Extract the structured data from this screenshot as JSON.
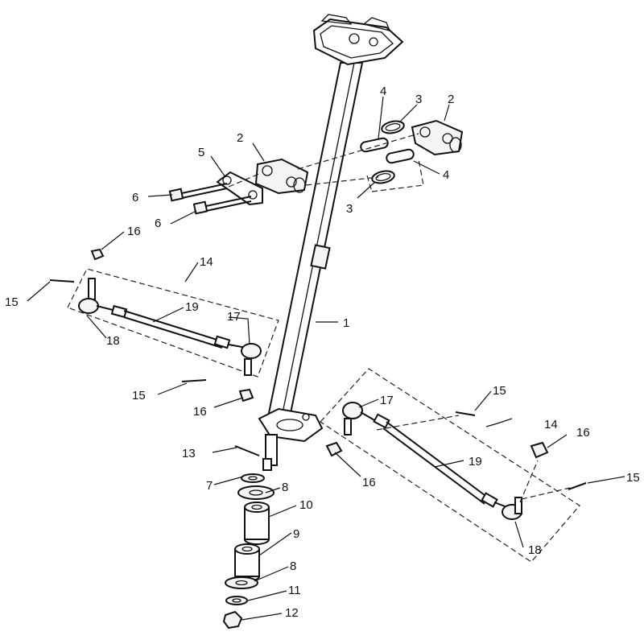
{
  "diagram": {
    "callouts": [
      {
        "id": "c1",
        "text": "1"
      },
      {
        "id": "c2a",
        "text": "2"
      },
      {
        "id": "c2b",
        "text": "2"
      },
      {
        "id": "c3a",
        "text": "3"
      },
      {
        "id": "c3b",
        "text": "3"
      },
      {
        "id": "c4a",
        "text": "4"
      },
      {
        "id": "c4b",
        "text": "4"
      },
      {
        "id": "c5",
        "text": "5"
      },
      {
        "id": "c6a",
        "text": "6"
      },
      {
        "id": "c6b",
        "text": "6"
      },
      {
        "id": "c7",
        "text": "7"
      },
      {
        "id": "c8a",
        "text": "8"
      },
      {
        "id": "c8b",
        "text": "8"
      },
      {
        "id": "c9",
        "text": "9"
      },
      {
        "id": "c10",
        "text": "10"
      },
      {
        "id": "c11",
        "text": "11"
      },
      {
        "id": "c12",
        "text": "12"
      },
      {
        "id": "c13",
        "text": "13"
      },
      {
        "id": "c14a",
        "text": "14"
      },
      {
        "id": "c14b",
        "text": "14"
      },
      {
        "id": "c15a",
        "text": "15"
      },
      {
        "id": "c15b",
        "text": "15"
      },
      {
        "id": "c15c",
        "text": "15"
      },
      {
        "id": "c15d",
        "text": "15"
      },
      {
        "id": "c16a",
        "text": "16"
      },
      {
        "id": "c16b",
        "text": "16"
      },
      {
        "id": "c16c",
        "text": "16"
      },
      {
        "id": "c16d",
        "text": "16"
      },
      {
        "id": "c17a",
        "text": "17"
      },
      {
        "id": "c17b",
        "text": "17"
      },
      {
        "id": "c18a",
        "text": "18"
      },
      {
        "id": "c18b",
        "text": "18"
      },
      {
        "id": "c19a",
        "text": "19"
      },
      {
        "id": "c19b",
        "text": "19"
      }
    ]
  }
}
